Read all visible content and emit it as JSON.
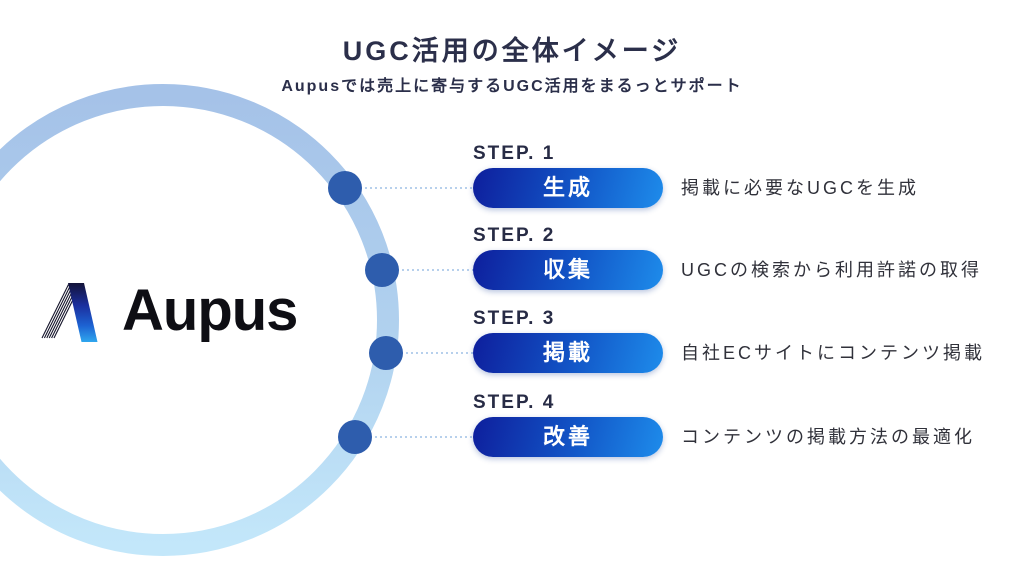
{
  "header": {
    "title": "UGC活用の全体イメージ",
    "subtitle": "Aupusでは売上に寄与するUGC活用をまるっとサポート"
  },
  "logo": {
    "brand": "Aupus",
    "mark": "aupus-caret-logo-mark"
  },
  "steps": [
    {
      "label": "STEP. 1",
      "action": "生成",
      "description": "掲載に必要なUGCを生成"
    },
    {
      "label": "STEP. 2",
      "action": "収集",
      "description": "UGCの検索から利用許諾の取得"
    },
    {
      "label": "STEP. 3",
      "action": "掲載",
      "description": "自社ECサイトにコンテンツ掲載"
    },
    {
      "label": "STEP. 4",
      "action": "改善",
      "description": "コンテンツの掲載方法の最適化"
    }
  ],
  "colors": {
    "heading_text": "#2b2f4a",
    "step_label_text": "#272b45",
    "description_text": "#30313a",
    "pill_gradient_start": "#0e1e9c",
    "pill_gradient_end": "#1e8ceb",
    "pill_text": "#ffffff",
    "ring_gradient_top": "#a5c2e8",
    "ring_gradient_bottom": "#c3e7fa",
    "node_dot": "#2e5dad",
    "connector_line": "#9fc0e6"
  }
}
